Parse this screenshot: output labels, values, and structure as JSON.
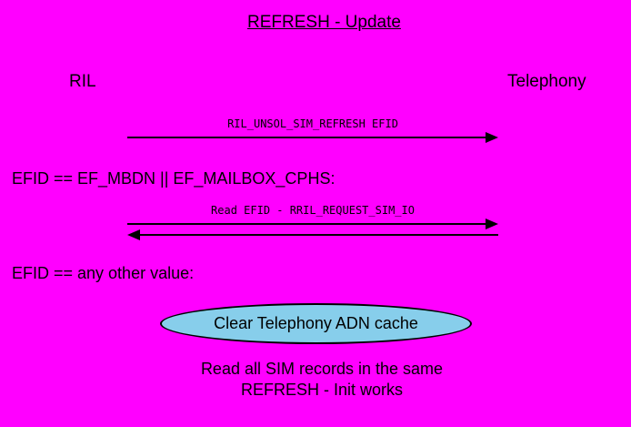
{
  "colors": {
    "background": "#FF00FF",
    "text": "#000000",
    "arrow": "#000000",
    "ellipse_fill": "#87CEEB",
    "ellipse_border": "#000000"
  },
  "diagram": {
    "title": "REFRESH - Update",
    "actors": {
      "left": "RIL",
      "right": "Telephony"
    },
    "messages": [
      {
        "label": "RIL_UNSOL_SIM_REFRESH EFID",
        "direction": "left-to-right"
      },
      {
        "label": "Read EFID - RRIL_REQUEST_SIM_IO",
        "direction": "bidirectional"
      }
    ],
    "conditions": [
      {
        "text": "EFID == EF_MBDN || EF_MAILBOX_CPHS:"
      },
      {
        "text": "EFID == any other value:"
      }
    ],
    "action_bubble": {
      "label": "Clear Telephony ADN cache"
    },
    "note": {
      "line1": "Read all SIM records in the same",
      "line2": "REFRESH - Init works"
    }
  }
}
